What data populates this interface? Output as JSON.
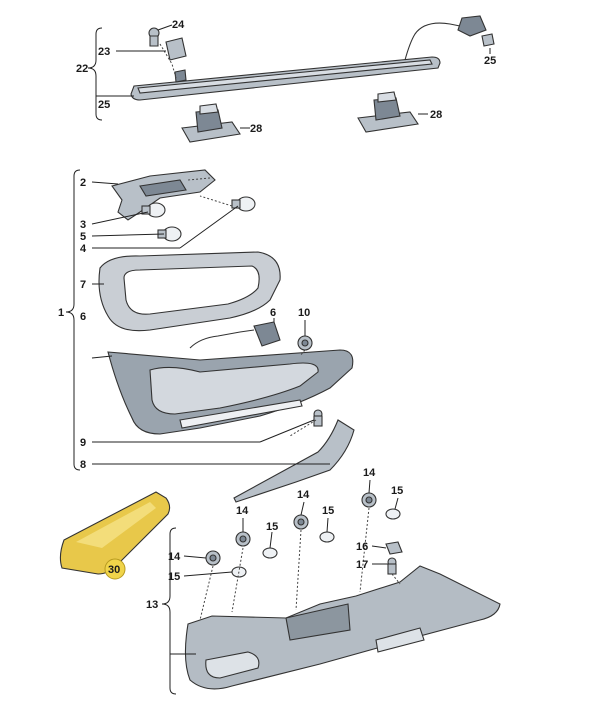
{
  "labels": {
    "l1": "1",
    "l2": "2",
    "l3": "3",
    "l4": "4",
    "l5": "5",
    "l6a": "6",
    "l6b": "6",
    "l7": "7",
    "l8": "8",
    "l9": "9",
    "l10": "10",
    "l13": "13",
    "l14a": "14",
    "l14b": "14",
    "l14c": "14",
    "l14d": "14",
    "l15a": "15",
    "l15b": "15",
    "l15c": "15",
    "l15d": "15",
    "l16": "16",
    "l17": "17",
    "l22": "22",
    "l23": "23",
    "l24": "24",
    "l25a": "25",
    "l25b": "25",
    "l28a": "28",
    "l28b": "28",
    "l30": "30"
  },
  "colors": {
    "reflector": "#e8c84a",
    "callout_highlight": "#f0d44a",
    "part_fill": "#b8c0c8",
    "part_dark": "#7d8894"
  }
}
